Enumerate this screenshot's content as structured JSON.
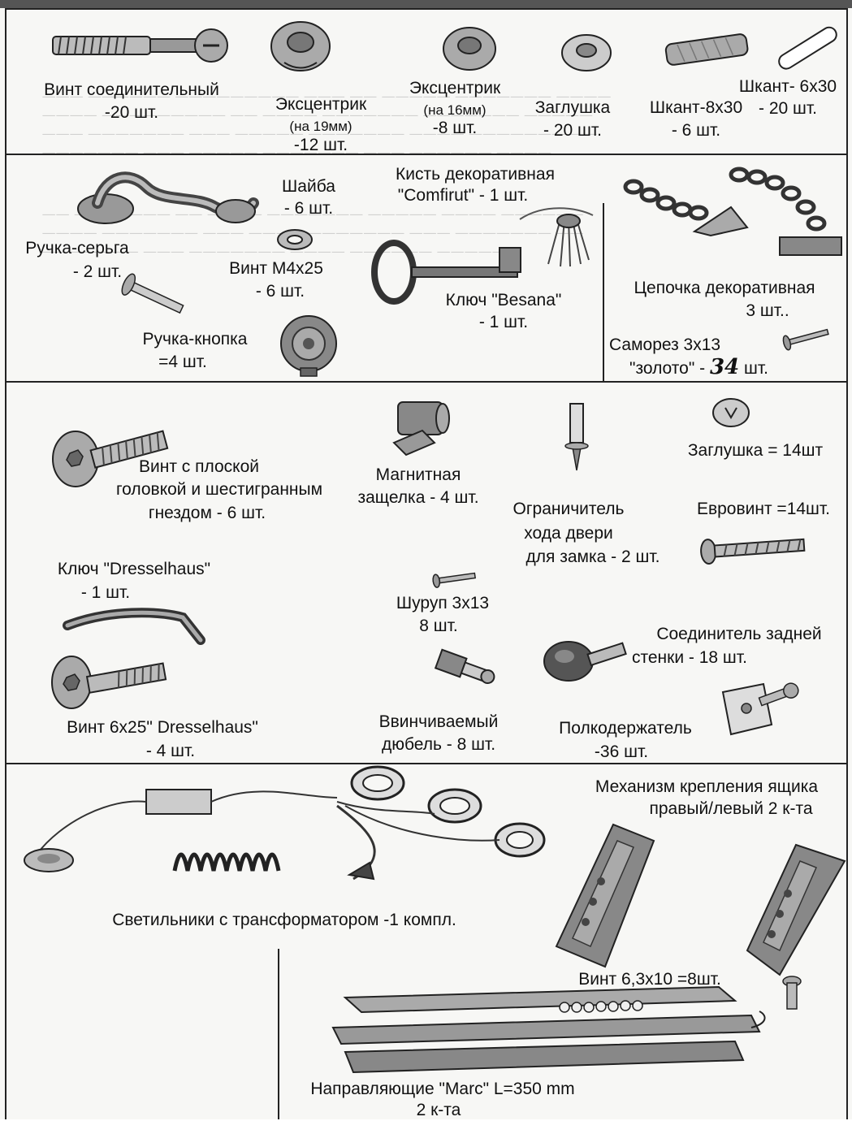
{
  "sections": {
    "top": {
      "items": [
        {
          "id": "vint-soed",
          "name": "Винт соединительный",
          "qty": "-20 шт."
        },
        {
          "id": "ekscentrik19",
          "name": "Эксцентрик",
          "note": "(на 19мм)",
          "qty": "-12 шт."
        },
        {
          "id": "ekscentrik16",
          "name": "Эксцентрик",
          "note": "(на 16мм)",
          "qty": "-8 шт."
        },
        {
          "id": "zaglushka1",
          "name": "Заглушка",
          "qty": "- 20 шт."
        },
        {
          "id": "shkant8",
          "name": "Шкант-8х30",
          "qty": "- 6 шт."
        },
        {
          "id": "shkant6",
          "name": "Шкант- 6х30",
          "qty": "- 20 шт."
        }
      ]
    },
    "second": {
      "items": [
        {
          "id": "ruchka-serga",
          "name": "Ручка-серьга",
          "qty": "- 2 шт."
        },
        {
          "id": "shaiba",
          "name": "Шайба",
          "qty": "- 6 шт."
        },
        {
          "id": "kist",
          "name": "Кисть декоративная",
          "sub": "\"Comfirut\" - 1 шт."
        },
        {
          "id": "vint-m4",
          "name": "Винт М4х25",
          "qty": "- 6 шт."
        },
        {
          "id": "klyuch-besana",
          "name": "Ключ \"Besana\"",
          "qty": "- 1 шт."
        },
        {
          "id": "ruchka-knopka",
          "name": "Ручка-кнопка",
          "qty": "=4 шт."
        },
        {
          "id": "cepochka",
          "name": "Цепочка декоративная",
          "qty": "3 шт.."
        },
        {
          "id": "samorez",
          "name": "Саморез 3х13",
          "sub_pre": "\"золото\" -",
          "sub_hand": "34",
          "sub_post": "шт."
        }
      ]
    },
    "third": {
      "items": [
        {
          "id": "vint-hex",
          "name": "Винт с плоской",
          "line2": "головкой и шестигранным",
          "line3": "гнездом - 6 шт."
        },
        {
          "id": "magnit",
          "name": "Магнитная",
          "line2": "защелка - 4 шт."
        },
        {
          "id": "zaglushka2",
          "name": "Заглушка = 14шт"
        },
        {
          "id": "ogranichitel",
          "name": "Ограничитель",
          "line2": "хода двери",
          "line3": "для замка - 2 шт."
        },
        {
          "id": "evrovint",
          "name": "Евровинт =14шт."
        },
        {
          "id": "klyuch-dressel",
          "name": "Ключ \"Dresselhaus\"",
          "qty": "- 1 шт."
        },
        {
          "id": "shurup",
          "name": "Шуруп 3х13",
          "qty": "8 шт."
        },
        {
          "id": "soedinitel",
          "name": "Соединитель задней",
          "line2": "стенки - 18 шт."
        },
        {
          "id": "vint-6x25",
          "name": "Винт 6х25\" Dresselhaus\"",
          "qty": "- 4 шт."
        },
        {
          "id": "dyubel",
          "name": "Ввинчиваемый",
          "line2": "дюбель - 8 шт."
        },
        {
          "id": "polkoderzhatel",
          "name": "Полкодержатель",
          "qty": "-36 шт."
        }
      ]
    },
    "bottom": {
      "items": [
        {
          "id": "mekhanizm",
          "name": "Механизм крепления ящика",
          "line2": "правый/левый 2 к-та"
        },
        {
          "id": "svetilniki",
          "name": "Светильники с трансформатором  -1 компл."
        },
        {
          "id": "vint-63",
          "name": "Винт 6,3х10 =8шт."
        },
        {
          "id": "napravlyayushchie",
          "name": "Направляющие \"Marc\"  L=350 mm",
          "line2": "2 к-та"
        }
      ]
    }
  },
  "colors": {
    "ink": "#1a1a1a",
    "paper": "#f7f7f5",
    "ghost": "#c8c8c8"
  },
  "icons": [
    "connector-screw-icon",
    "cam-lock-icon",
    "plug-cap-icon",
    "dowel-icon",
    "drop-handle-icon",
    "washer-icon",
    "tassel-icon",
    "machine-screw-icon",
    "skeleton-key-icon",
    "knob-icon",
    "chain-icon",
    "wood-screw-icon",
    "hex-bolt-icon",
    "magnetic-catch-icon",
    "door-stop-icon",
    "cap-icon",
    "euro-screw-icon",
    "allen-key-icon",
    "back-panel-connector-icon",
    "screw-in-dowel-icon",
    "shelf-support-icon",
    "light-fixture-icon",
    "drawer-mechanism-icon",
    "short-screw-icon",
    "drawer-slide-icon"
  ]
}
